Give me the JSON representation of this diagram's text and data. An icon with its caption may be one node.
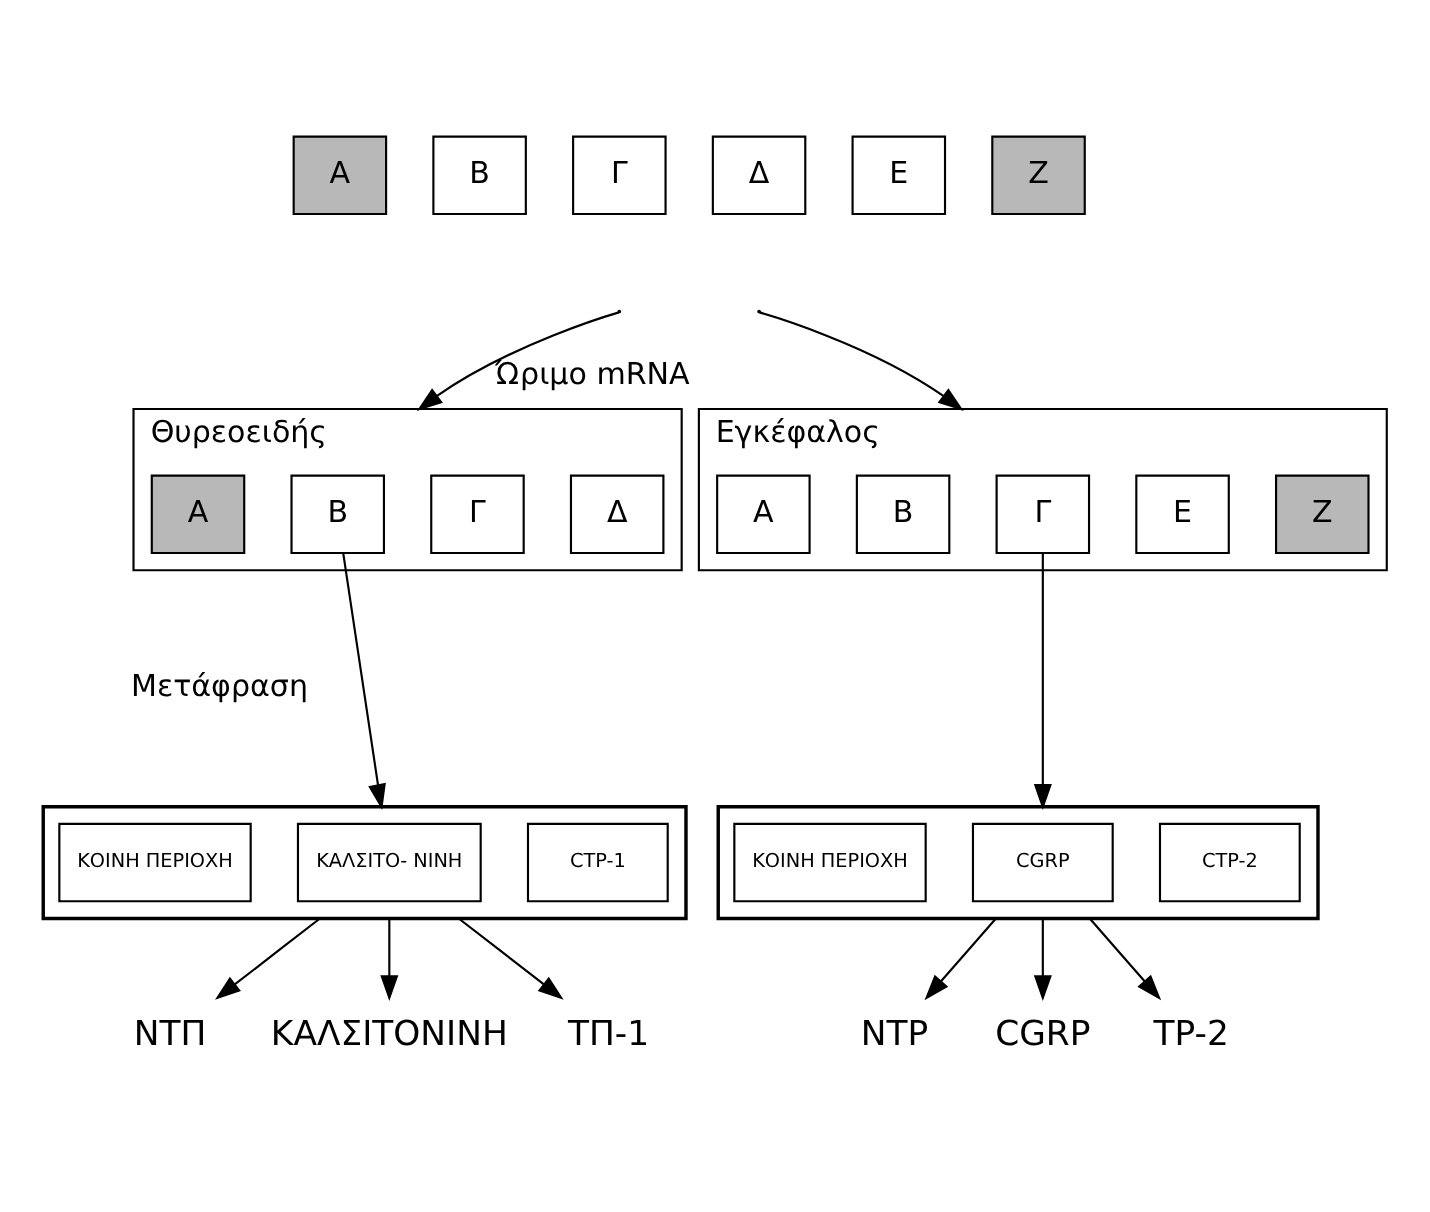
{
  "diagram": {
    "nodes": [
      {
        "text": [
          "Α"
        ]
      },
      {
        "text": [
          "Β"
        ]
      },
      {
        "text": [
          "Γ"
        ]
      },
      {
        "text": [
          "Δ"
        ]
      },
      {
        "text": [
          "Ε"
        ]
      },
      {
        "text": [
          "Ζ"
        ]
      },
      {
        "text": [
          "Θυρεοειδής"
        ]
      },
      {
        "text": [
          "Α"
        ],
        "in": 6
      },
      {
        "text": [
          "Β"
        ],
        "in": 6
      },
      {
        "text": [
          "Γ"
        ],
        "in": 6
      },
      {
        "text": [
          "Δ"
        ],
        "in": 6
      },
      {
        "text": [
          "Εγκέφαλος"
        ]
      },
      {
        "text": [
          "Α"
        ],
        "in": 11
      },
      {
        "text": [
          "Β"
        ],
        "in": 11
      },
      {
        "text": [
          "Γ"
        ],
        "in": 11
      },
      {
        "text": [
          "Ε"
        ],
        "in": 11
      },
      {
        "text": [
          "Ζ"
        ],
        "in": 11
      },
      {
        "text": [],
        "shape": "bar"
      },
      {
        "text": [
          "ΚΟΙΝΗ ΠΕΡΙΟΧΗ"
        ],
        "in": 17
      },
      {
        "text": [
          "ΚΑΛΣΙΤΟ- ΝΙΝΗ"
        ],
        "in": 17
      },
      {
        "text": [
          "CTP-1"
        ],
        "in": 17
      },
      {
        "text": [],
        "shape": "bar"
      },
      {
        "text": [
          "ΚΟΙΝΗ ΠΕΡΙΟΧΗ"
        ],
        "in": 21
      },
      {
        "text": [
          "CGRP"
        ],
        "in": 21
      },
      {
        "text": [
          "CTP-2"
        ],
        "in": 21
      },
      {
        "text": [
          "ΝΤΠ"
        ]
      },
      {
        "text": [
          "ΚΑΛΣΙΤΟΝΙΝΗ"
        ]
      },
      {
        "text": [
          "ΤΠ-1"
        ]
      },
      {
        "text": [
          "NTP"
        ]
      },
      {
        "text": [
          "CGRP"
        ]
      },
      {
        "text": [
          "TP-2"
        ]
      }
    ],
    "edges": [
      {
        "from": null,
        "to": 6,
        "arrow": "to",
        "label": "Ώριμο mRNA"
      },
      {
        "from": null,
        "to": 11,
        "arrow": "to"
      },
      {
        "from": 8,
        "to": 17,
        "arrow": "to"
      },
      {
        "from": 14,
        "to": 21,
        "arrow": "to"
      },
      {
        "from": 17,
        "to": 25,
        "arrow": "to"
      },
      {
        "from": 17,
        "to": 26,
        "arrow": "to"
      },
      {
        "from": 17,
        "to": 27,
        "arrow": "to"
      },
      {
        "from": 21,
        "to": 28,
        "arrow": "to"
      },
      {
        "from": 21,
        "to": 29,
        "arrow": "to"
      },
      {
        "from": 21,
        "to": 30,
        "arrow": "to"
      }
    ],
    "labels": [
      "Μετάφραση"
    ]
  }
}
